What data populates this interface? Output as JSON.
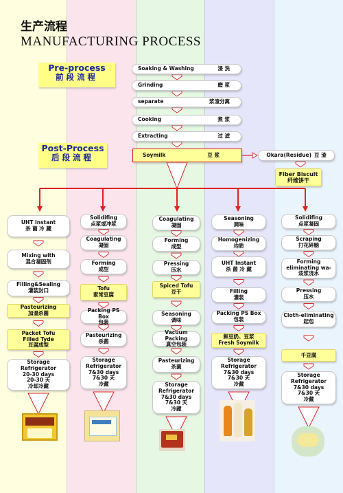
{
  "title_cn": "生产流程",
  "title_en": "MANUFACTURING PROCESS",
  "colors": {
    "band1": "#ffffe0",
    "band2": "#fbe4ec",
    "band3": "#e6f7e3",
    "band4": "#e6e6fb",
    "band5": "#eaf4fd",
    "red": "#e12222",
    "stage": "#ffff88"
  },
  "preprocess": {
    "en": "Pre-process",
    "zh": "前段流程"
  },
  "postprocess": {
    "en": "Post-Process",
    "zh": "后段流程"
  },
  "top_steps": [
    {
      "en": "Soaking & Washing",
      "zh": "浸 洗"
    },
    {
      "en": "Grinding",
      "zh": "磨 浆"
    },
    {
      "en": "separate",
      "zh": "浆渣分离"
    },
    {
      "en": "Cooking",
      "zh": "煮 浆"
    },
    {
      "en": "Extracting",
      "zh": "过 滤"
    }
  ],
  "soymilk": {
    "en": "Soymilk",
    "zh": "豆 浆"
  },
  "okara": {
    "en": "Okara(Residue)",
    "zh": "豆 渣"
  },
  "fiber": {
    "en": "Fiber Biscuit",
    "zh": "纤维饼干"
  },
  "columns": [
    {
      "steps": [
        {
          "l1": "UHT Instant",
          "l2": "杀 菌 冷 藏"
        },
        {
          "l1": "Mixing with",
          "l2": "混合凝固剂"
        },
        {
          "l1": "Filling&Sealing",
          "l2": "灌装封口"
        },
        {
          "l1": "Pasteurizing",
          "l2": "加温杀菌"
        },
        {
          "l1": "Packet Tofu",
          "l2": "Filled Tyde",
          "l3": "豆腐成型"
        },
        {
          "l1": "Storage",
          "l2": "Refrigerator",
          "l3": "20-30 days",
          "l4": "20-30 天",
          "l5": "冷却冷藏"
        }
      ]
    },
    {
      "steps": [
        {
          "l1": "Solidifing",
          "l2": "点浆或冲浆"
        },
        {
          "l1": "Coagulating",
          "l2": "凝固"
        },
        {
          "l1": "Forming",
          "l2": "成型"
        },
        {
          "l1": "Tofu",
          "l2": "家常豆腐"
        },
        {
          "l1": "Packing PS Box",
          "l2": "包装"
        },
        {
          "l1": "Pasteurizing",
          "l2": "杀菌"
        },
        {
          "l1": "Storage",
          "l2": "Refrigerator",
          "l3": "7&30 days",
          "l4": "7&30 天",
          "l5": "冷藏"
        }
      ]
    },
    {
      "steps": [
        {
          "l1": "Coagulating",
          "l2": "凝固"
        },
        {
          "l1": "Forming",
          "l2": "成型"
        },
        {
          "l1": "Pressing",
          "l2": "压水"
        },
        {
          "l1": "Spiced Tofu",
          "l2": "豆干"
        },
        {
          "l1": "Seasoning",
          "l2": "调味"
        },
        {
          "l1": "Vacuum Packing",
          "l2": "真空包装"
        },
        {
          "l1": "Pasteurizing",
          "l2": "杀菌"
        },
        {
          "l1": "Storage",
          "l2": "Refrigerator",
          "l3": "7&30 days",
          "l4": "7&30 天",
          "l5": "冷藏"
        }
      ]
    },
    {
      "steps": [
        {
          "l1": "Seasoning",
          "l2": "调味"
        },
        {
          "l1": "Homogenizing",
          "l2": "均质"
        },
        {
          "l1": "UHT Instant",
          "l2": "杀 菌 冷 藏"
        },
        {
          "l1": "Filling",
          "l2": "灌装"
        },
        {
          "l1": "Packing PS Box",
          "l2": "包装"
        },
        {
          "l1": "鲜豆奶、豆浆",
          "l2": "Fresh Soymilk"
        },
        {
          "l1": "Storage",
          "l2": "Refrigerator",
          "l3": "7&30 days",
          "l4": "7&30 天",
          "l5": "冷藏"
        }
      ]
    },
    {
      "steps": [
        {
          "l1": "Solidifing",
          "l2": "点浆凝固"
        },
        {
          "l1": "Scraping",
          "l2": "打花碎脑"
        },
        {
          "l1": "Forming",
          "l2": "eliminating wa-",
          "l3": "泼浆浇水"
        },
        {
          "l1": "Pressing",
          "l2": "压水"
        },
        {
          "l1": "Cloth-eliminating",
          "l2": "起包"
        },
        {
          "l1": "千豆腐"
        },
        {
          "l1": "Storage",
          "l2": "Refrigerator",
          "l3": "7&30 days",
          "l4": "7&30 天",
          "l5": "冷藏"
        }
      ]
    }
  ]
}
